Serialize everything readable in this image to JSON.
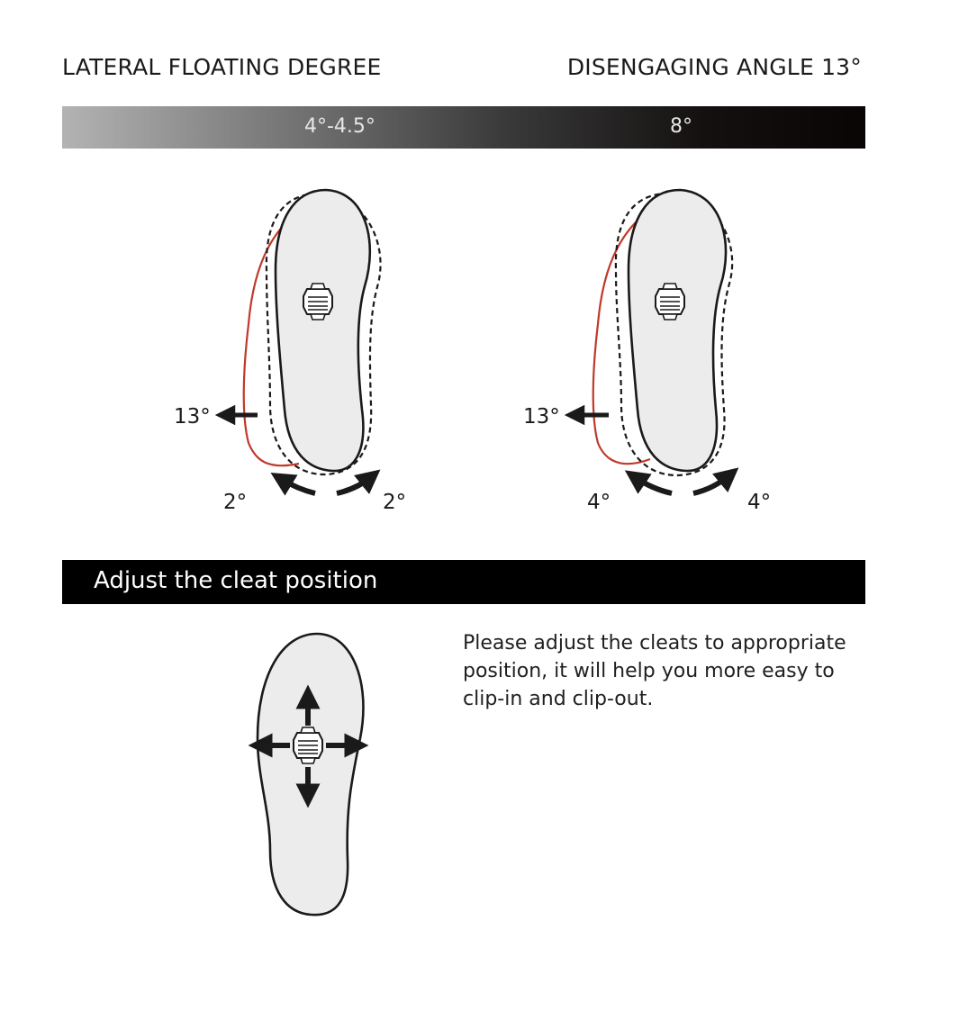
{
  "header": {
    "left_title": "LATERAL FLOATING DEGREE",
    "right_title": "DISENGAGING ANGLE 13°"
  },
  "bar": {
    "left_label": "4°-4.5°",
    "right_label": "8°"
  },
  "diagram_left": {
    "lateral_angle": "13°",
    "rotate_left": "2°",
    "rotate_right": "2°"
  },
  "diagram_right": {
    "lateral_angle": "13°",
    "rotate_left": "4°",
    "rotate_right": "4°"
  },
  "section": {
    "title": "Adjust the cleat position",
    "description": "Please adjust the cleats to appropriate position, it will help you more easy to clip-in and clip-out."
  },
  "colors": {
    "outline": "#1a1a1a",
    "sole_fill": "#ececec",
    "swing_path": "#c0392b",
    "section_bg": "#000000"
  }
}
